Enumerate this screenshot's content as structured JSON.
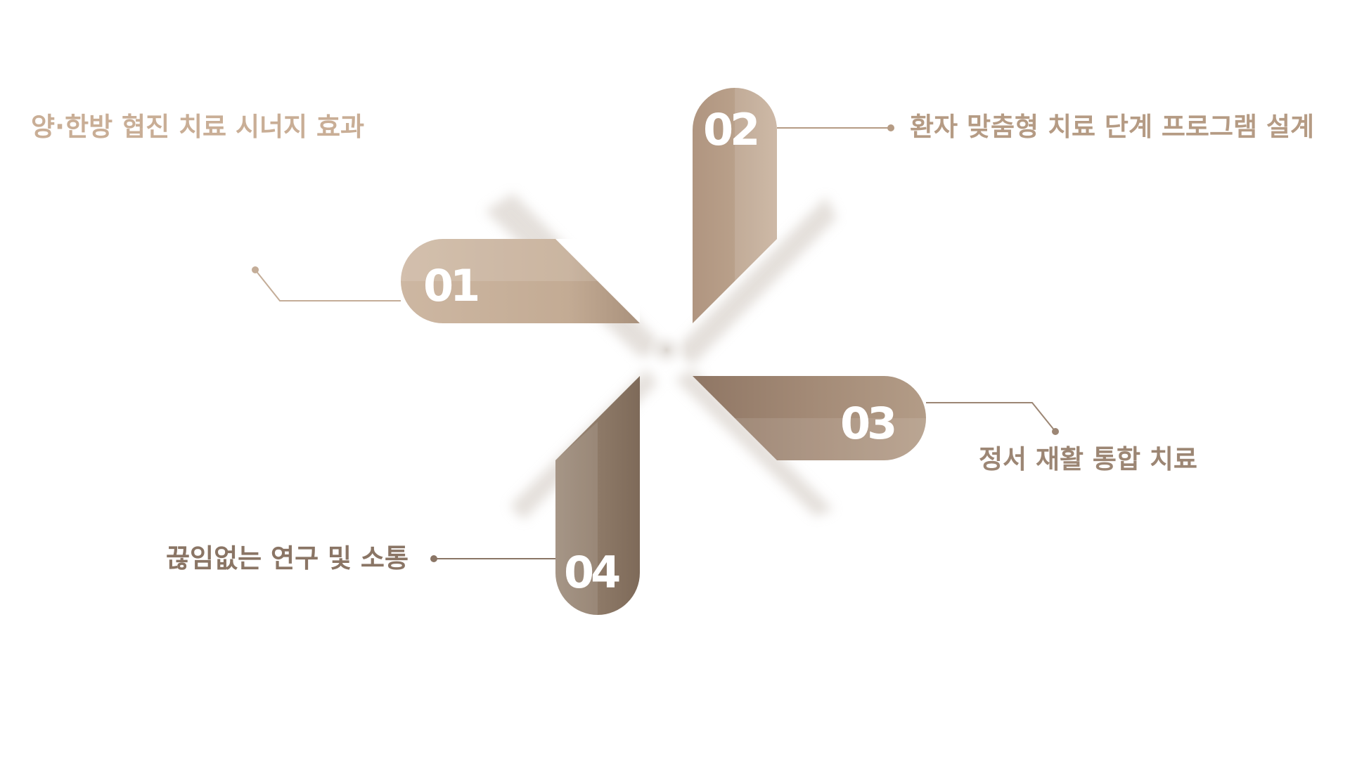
{
  "items": [
    {
      "number": "01",
      "label": "양·한방 협진 치료 시너지 효과"
    },
    {
      "number": "02",
      "label": "환자 맞춤형 치료 단계 프로그램 설계"
    },
    {
      "number": "03",
      "label": "정서 재활 통합 치료"
    },
    {
      "number": "04",
      "label": "끊임없는 연구 및 소통"
    }
  ],
  "colors": {
    "petal_01": "#c8b4a0",
    "petal_02": "#b8a088",
    "petal_03": "#9e8470",
    "petal_04": "#8a7665",
    "background": "#ffffff"
  }
}
